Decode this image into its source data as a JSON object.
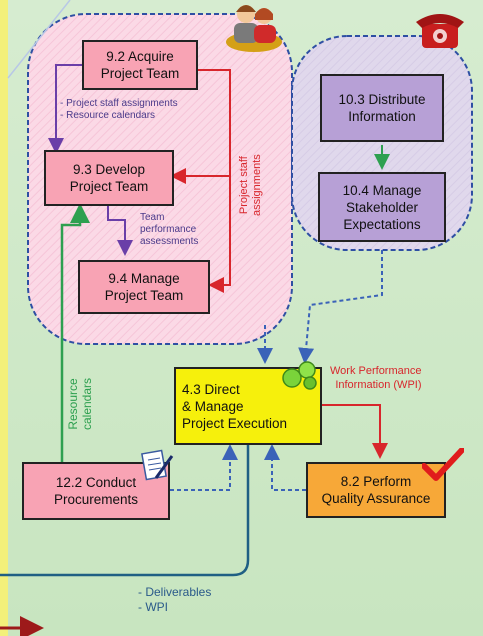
{
  "processes": {
    "acquire": "9.2 Acquire\nProject Team",
    "develop": "9.3 Develop\nProject Team",
    "manage": "9.4 Manage\nProject Team",
    "distribute": "10.3 Distribute\nInformation",
    "stakeholder": "10.4 Manage\nStakeholder\nExpectations",
    "direct": "4.3 Direct\n  & Manage\nProject Execution",
    "procure": "12.2 Conduct\nProcurements",
    "quality": "8.2 Perform\nQuality Assurance"
  },
  "labels": {
    "staff_list": "- Project staff assignments\n- Resource calendars",
    "team_perf": "Team\nperformance\nassessments",
    "staff_vertical": "Project staff\nassignments",
    "resource_vertical": "Resource\ncalendars",
    "wpi": "Work Performance\nInformation (WPI)",
    "deliverables": "- Deliverables\n- WPI"
  },
  "icons": [
    "people-icon",
    "telephone-icon",
    "gears-icon",
    "document-pen-icon",
    "checkmark-icon"
  ]
}
